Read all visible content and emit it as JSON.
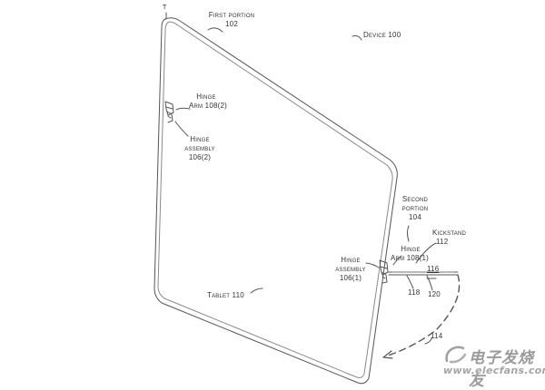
{
  "labels": {
    "t_mark": "T",
    "first_portion": "First portion",
    "first_portion_ref": "102",
    "device": "Device 100",
    "hinge_arm_2_a": "Hinge",
    "hinge_arm_2_b": "Arm 108(2)",
    "hinge_assembly_2_a": "Hinge",
    "hinge_assembly_2_b": "assembly",
    "hinge_assembly_2_c": "106(2)",
    "second_portion_a": "Second",
    "second_portion_b": "portion",
    "second_portion_c": "104",
    "kickstand_a": "Kickstand",
    "kickstand_b": "112",
    "hinge_arm_1_a": "Hinge",
    "hinge_arm_1_b": "Arm 108(1)",
    "hinge_assembly_1_a": "Hinge",
    "hinge_assembly_1_b": "assembly",
    "hinge_assembly_1_c": "106(1)",
    "ref_116": "116",
    "ref_118": "118",
    "ref_120": "120",
    "ref_114": "114",
    "tablet": "Tablet 110"
  },
  "watermark": {
    "cn": "电子发烧友",
    "en": "www.elecfans.com"
  },
  "colors": {
    "line": "#555555",
    "text": "#333333",
    "watermark": "#9a9a9a"
  }
}
